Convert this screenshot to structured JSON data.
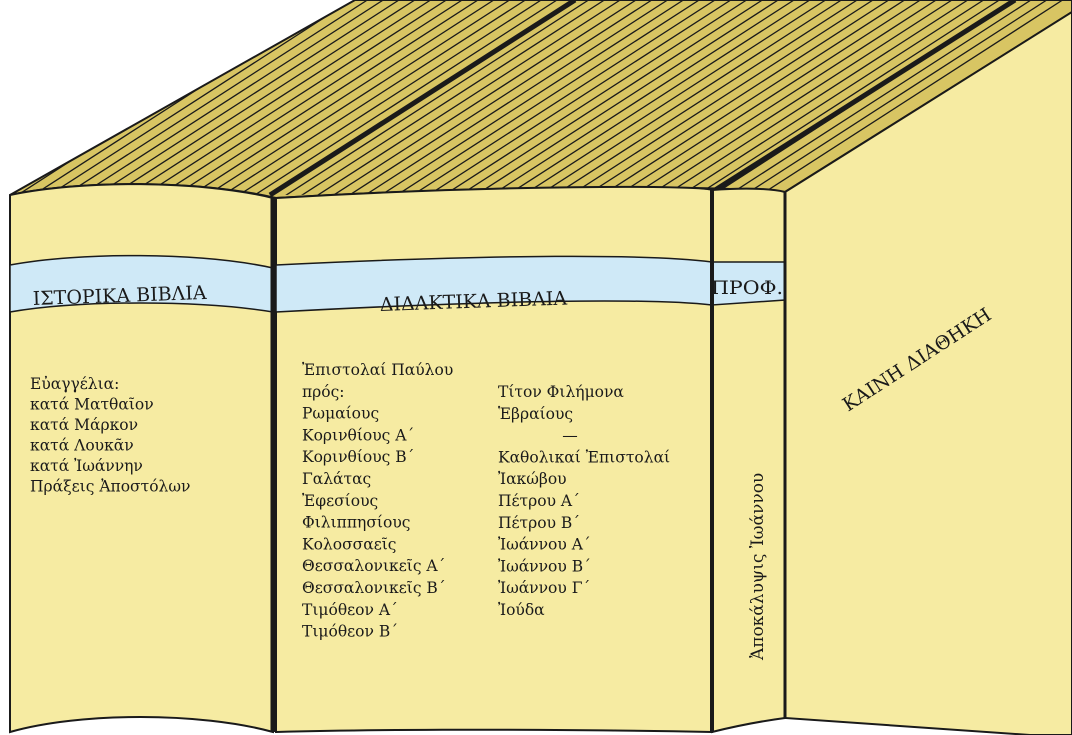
{
  "book_historical": {
    "band_label": "ΙΣΤΟΡΙΚΑ ΒΙΒΛΙΑ",
    "lines": [
      "Εὐαγγέλια:",
      "κατά Ματθαῖον",
      "κατά Μάρκον",
      "κατά Λουκᾶν",
      "κατά Ἰωάννην",
      "Πράξεις Ἀποστόλων"
    ]
  },
  "book_didactic": {
    "band_label": "ΔΙΔΑΚΤΙΚΑ ΒΙΒΛΙΑ",
    "col1": [
      "Ἐπιστολαί Παύλου",
      "πρός:",
      "Ρωμαίους",
      "Κορινθίους Α΄",
      "Κορινθίους Β΄",
      "Γαλάτας",
      "Ἐφεσίους",
      "Φιλιππησίους",
      "Κολοσσαεῖς",
      "Θεσσαλονικεῖς Α΄",
      "Θεσσαλονικεῖς Β΄",
      "Τιμόθεον Α΄",
      "Τιμόθεον Β΄"
    ],
    "col2": [
      "Τίτον Φιλήμονα",
      "Ἑβραίους",
      "—",
      "Καθολικαί Ἐπιστολαί",
      "Ἰακώβου",
      "Πέτρου Α΄",
      "Πέτρου Β΄",
      "Ἰωάννου Α΄",
      "Ἰωάννου Β΄",
      "Ἰωάννου Γ΄",
      "Ἰούδα"
    ]
  },
  "book_prophetic": {
    "band_label": "ΠΡΟΦ.",
    "spine_text": "Ἀποκάλυψις Ἰωάννου"
  },
  "cover_title": "ΚΑΙΝΗ ΔΙΑΘΗΚΗ",
  "colors": {
    "page": "#f6eba2",
    "pages_top": "#d8c563",
    "band": "#cfe9f7",
    "outline": "#1a1a1a"
  }
}
